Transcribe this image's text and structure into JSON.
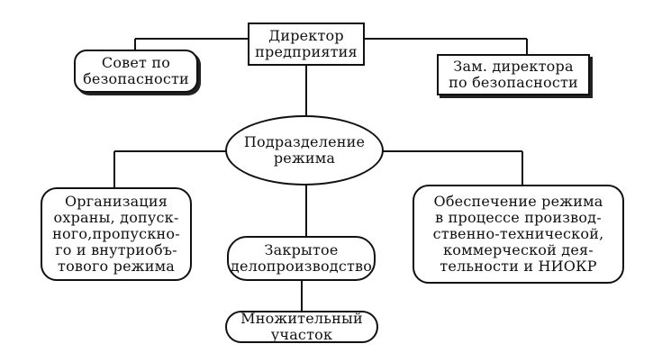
{
  "nodes": {
    "director": "Директор\nпредприятия",
    "security_council": "Совет по\nбезопасности",
    "deputy_director": "Зам. директора\nпо безопасности",
    "regime_division": "Подразделение\nрежима",
    "guard_organization": "Организация\nохраны, допуск-\nного,пропускно-\nго и внутриобъ-\nтового режима",
    "closed_records": "Закрытое\nделопроизводство",
    "copying_section": "Множительный\nучасток",
    "regime_support": "Обеспечение режима\nв процессе производ-\nственно-технической,\nкоммерческой дея-\nтельности и НИОКР"
  }
}
